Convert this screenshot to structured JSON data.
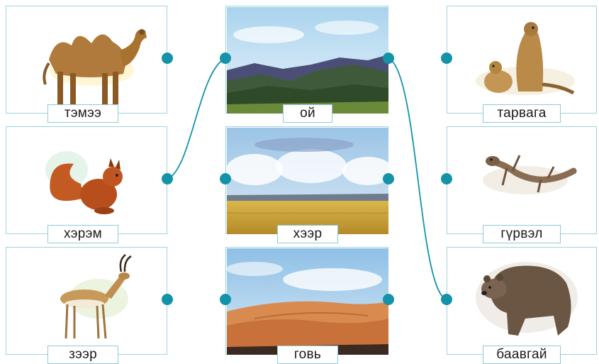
{
  "colors": {
    "accent": "#1493a8",
    "frame": "#9fd3dc"
  },
  "animals_left": [
    {
      "label": "тэмээ",
      "icon": "camel-icon"
    },
    {
      "label": "хэрэм",
      "icon": "squirrel-icon"
    },
    {
      "label": "зээр",
      "icon": "gazelle-icon"
    }
  ],
  "habitats": [
    {
      "label": "ой",
      "scene": "forest-mountains"
    },
    {
      "label": "хээр",
      "scene": "steppe"
    },
    {
      "label": "говь",
      "scene": "desert-dunes"
    }
  ],
  "animals_right": [
    {
      "label": "тарвага",
      "icon": "marmot-icon"
    },
    {
      "label": "гүрвэл",
      "icon": "lizard-icon"
    },
    {
      "label": "баавгай",
      "icon": "bear-icon"
    }
  ],
  "connections": [
    {
      "from": "хэрэм",
      "to": "ой"
    },
    {
      "from": "ой",
      "to": "баавгай"
    }
  ]
}
